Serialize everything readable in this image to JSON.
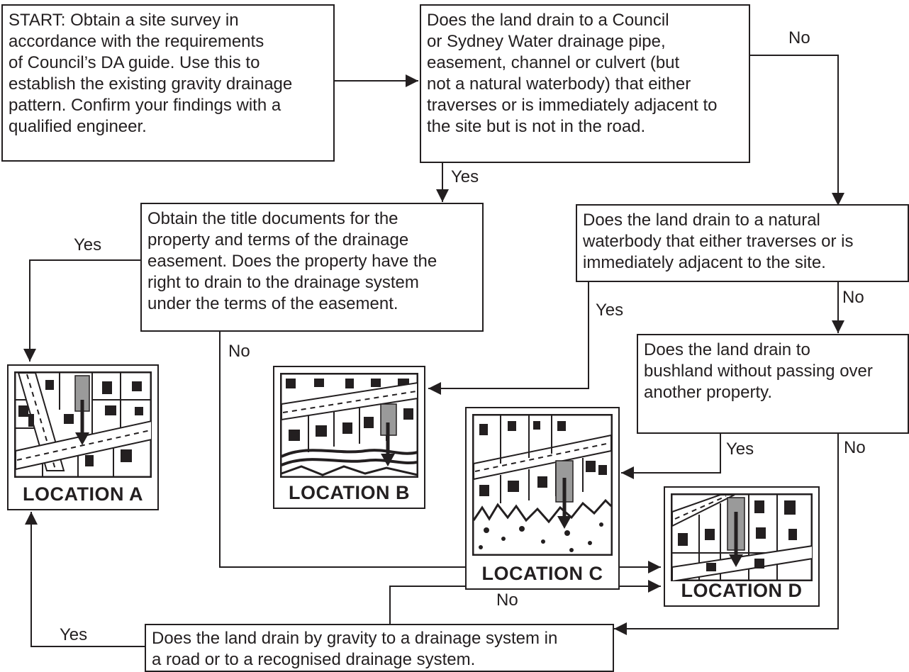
{
  "boxes": {
    "start": "START: Obtain a site survey in\naccordance with the requirements\nof Council’s DA guide. Use this to\nestablish the existing gravity drainage\npattern. Confirm your findings with a\nqualified engineer.",
    "council_pipe": "Does the land drain to a Council\nor Sydney Water drainage pipe,\neasement, channel or culvert (but\nnot a natural waterbody) that either\ntraverses or is immediately adjacent to\nthe site but is not in the road.",
    "title_docs": "Obtain the title documents for the\nproperty and terms of the drainage\neasement. Does the property have the\nright to drain to the drainage system\nunder the terms of the easement.",
    "natural_waterbody": "Does the land drain to a natural\nwaterbody that either traverses or is\nimmediately adjacent to the site.",
    "bushland": "Does the land drain to\nbushland without passing over\nanother property.",
    "gravity": "Does the land drain by gravity to a drainage system in\na road or to a recognised drainage system."
  },
  "labels": {
    "no_council": "No",
    "yes_council": "Yes",
    "yes_title": "Yes",
    "no_title": "No",
    "yes_natural": "Yes",
    "no_natural": "No",
    "yes_bushland": "Yes",
    "no_bushland": "No",
    "no_gravity": "No",
    "yes_gravity": "Yes"
  },
  "locations": {
    "a": "LOCATION A",
    "b": "LOCATION B",
    "c": "LOCATION C",
    "d": "LOCATION D"
  },
  "colors": {
    "ink": "#231f20",
    "paper": "#ffffff"
  }
}
